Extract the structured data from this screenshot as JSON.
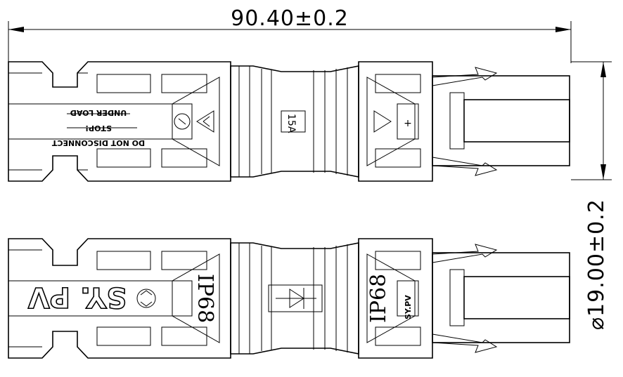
{
  "dimensions": {
    "length": "90.40±0.2",
    "diameter": "⌀19.00±0.2"
  },
  "top_view": {
    "warning_line1": "UNDER LOAD",
    "warning_stop": "STOP!",
    "warning_line3": "DO NOT DISCONNECT",
    "rating": "15A",
    "polarity_symbol": "+",
    "unlock_symbol": "⌀"
  },
  "bottom_view": {
    "brand": "SY. PV",
    "ip_left": "IP68",
    "ip_right": "IP68",
    "brand_small": "SY.PV"
  },
  "colors": {
    "line": "#000000",
    "background": "#ffffff"
  }
}
